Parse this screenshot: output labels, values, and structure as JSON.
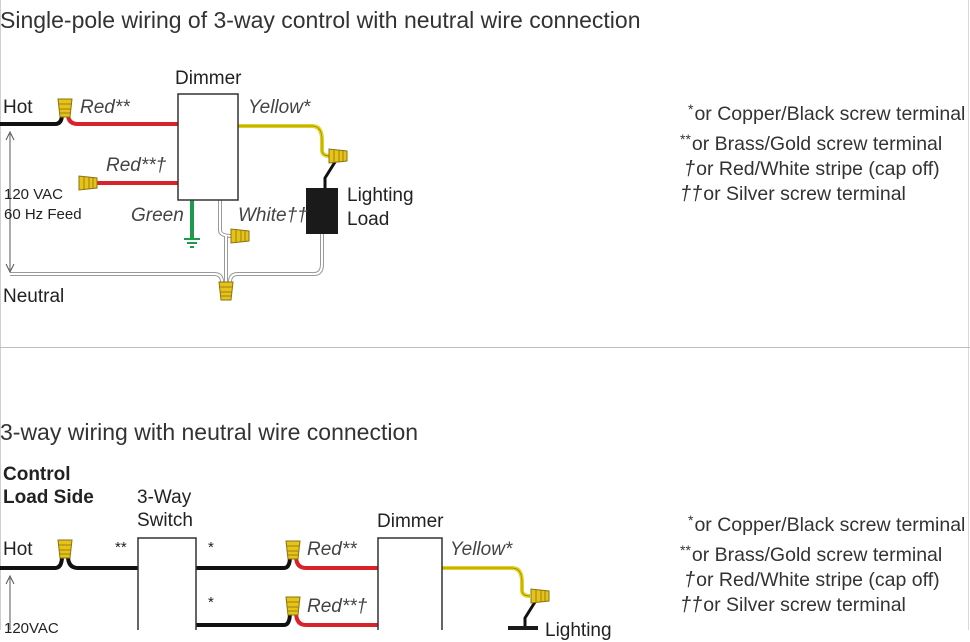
{
  "sections": [
    {
      "title": "Single-pole wiring of 3-way control with neutral wire connection",
      "labels": {
        "dimmer": "Dimmer",
        "hot": "Hot",
        "red1": "Red**",
        "red2": "Red**†",
        "yellow": "Yellow*",
        "green": "Green",
        "white": "White††",
        "feed_line1": "120 VAC",
        "feed_line2": "60 Hz Feed",
        "neutral": "Neutral",
        "load_line1": "Lighting",
        "load_line2": "Load"
      },
      "legend": [
        {
          "mark": "*",
          "text": "or Copper/Black screw terminal"
        },
        {
          "mark": "**",
          "text": "or Brass/Gold screw terminal"
        },
        {
          "mark": "†",
          "text": "or Red/White stripe (cap off)"
        },
        {
          "mark": "††",
          "text": "or Silver screw terminal"
        }
      ]
    },
    {
      "title": "3-way wiring with neutral wire connection",
      "labels": {
        "control_line1": "Control",
        "control_line2": "Load Side",
        "switch_line1": "3-Way",
        "switch_line2": "Switch",
        "dimmer": "Dimmer",
        "hot": "Hot",
        "star2_left": "**",
        "star_right_top": "*",
        "star_right_bottom": "*",
        "red1": "Red**",
        "red2": "Red**†",
        "yellow": "Yellow*",
        "feed_partial": "120VAC",
        "load_partial": "Lighting"
      },
      "legend": [
        {
          "mark": "*",
          "text": "or Copper/Black screw terminal"
        },
        {
          "mark": "**",
          "text": "or Brass/Gold screw terminal"
        },
        {
          "mark": "†",
          "text": "or Red/White stripe (cap off)"
        },
        {
          "mark": "††",
          "text": "or Silver screw terminal"
        }
      ]
    }
  ],
  "colors": {
    "hot_wire": "#111111",
    "red_wire": "#d8232a",
    "yellow_wire": "#e3d21c",
    "green_wire": "#1f9a4a",
    "white_wire": "#9a9a9a",
    "wire_nut": "#e6c319",
    "load_block": "#1a1a1a"
  }
}
